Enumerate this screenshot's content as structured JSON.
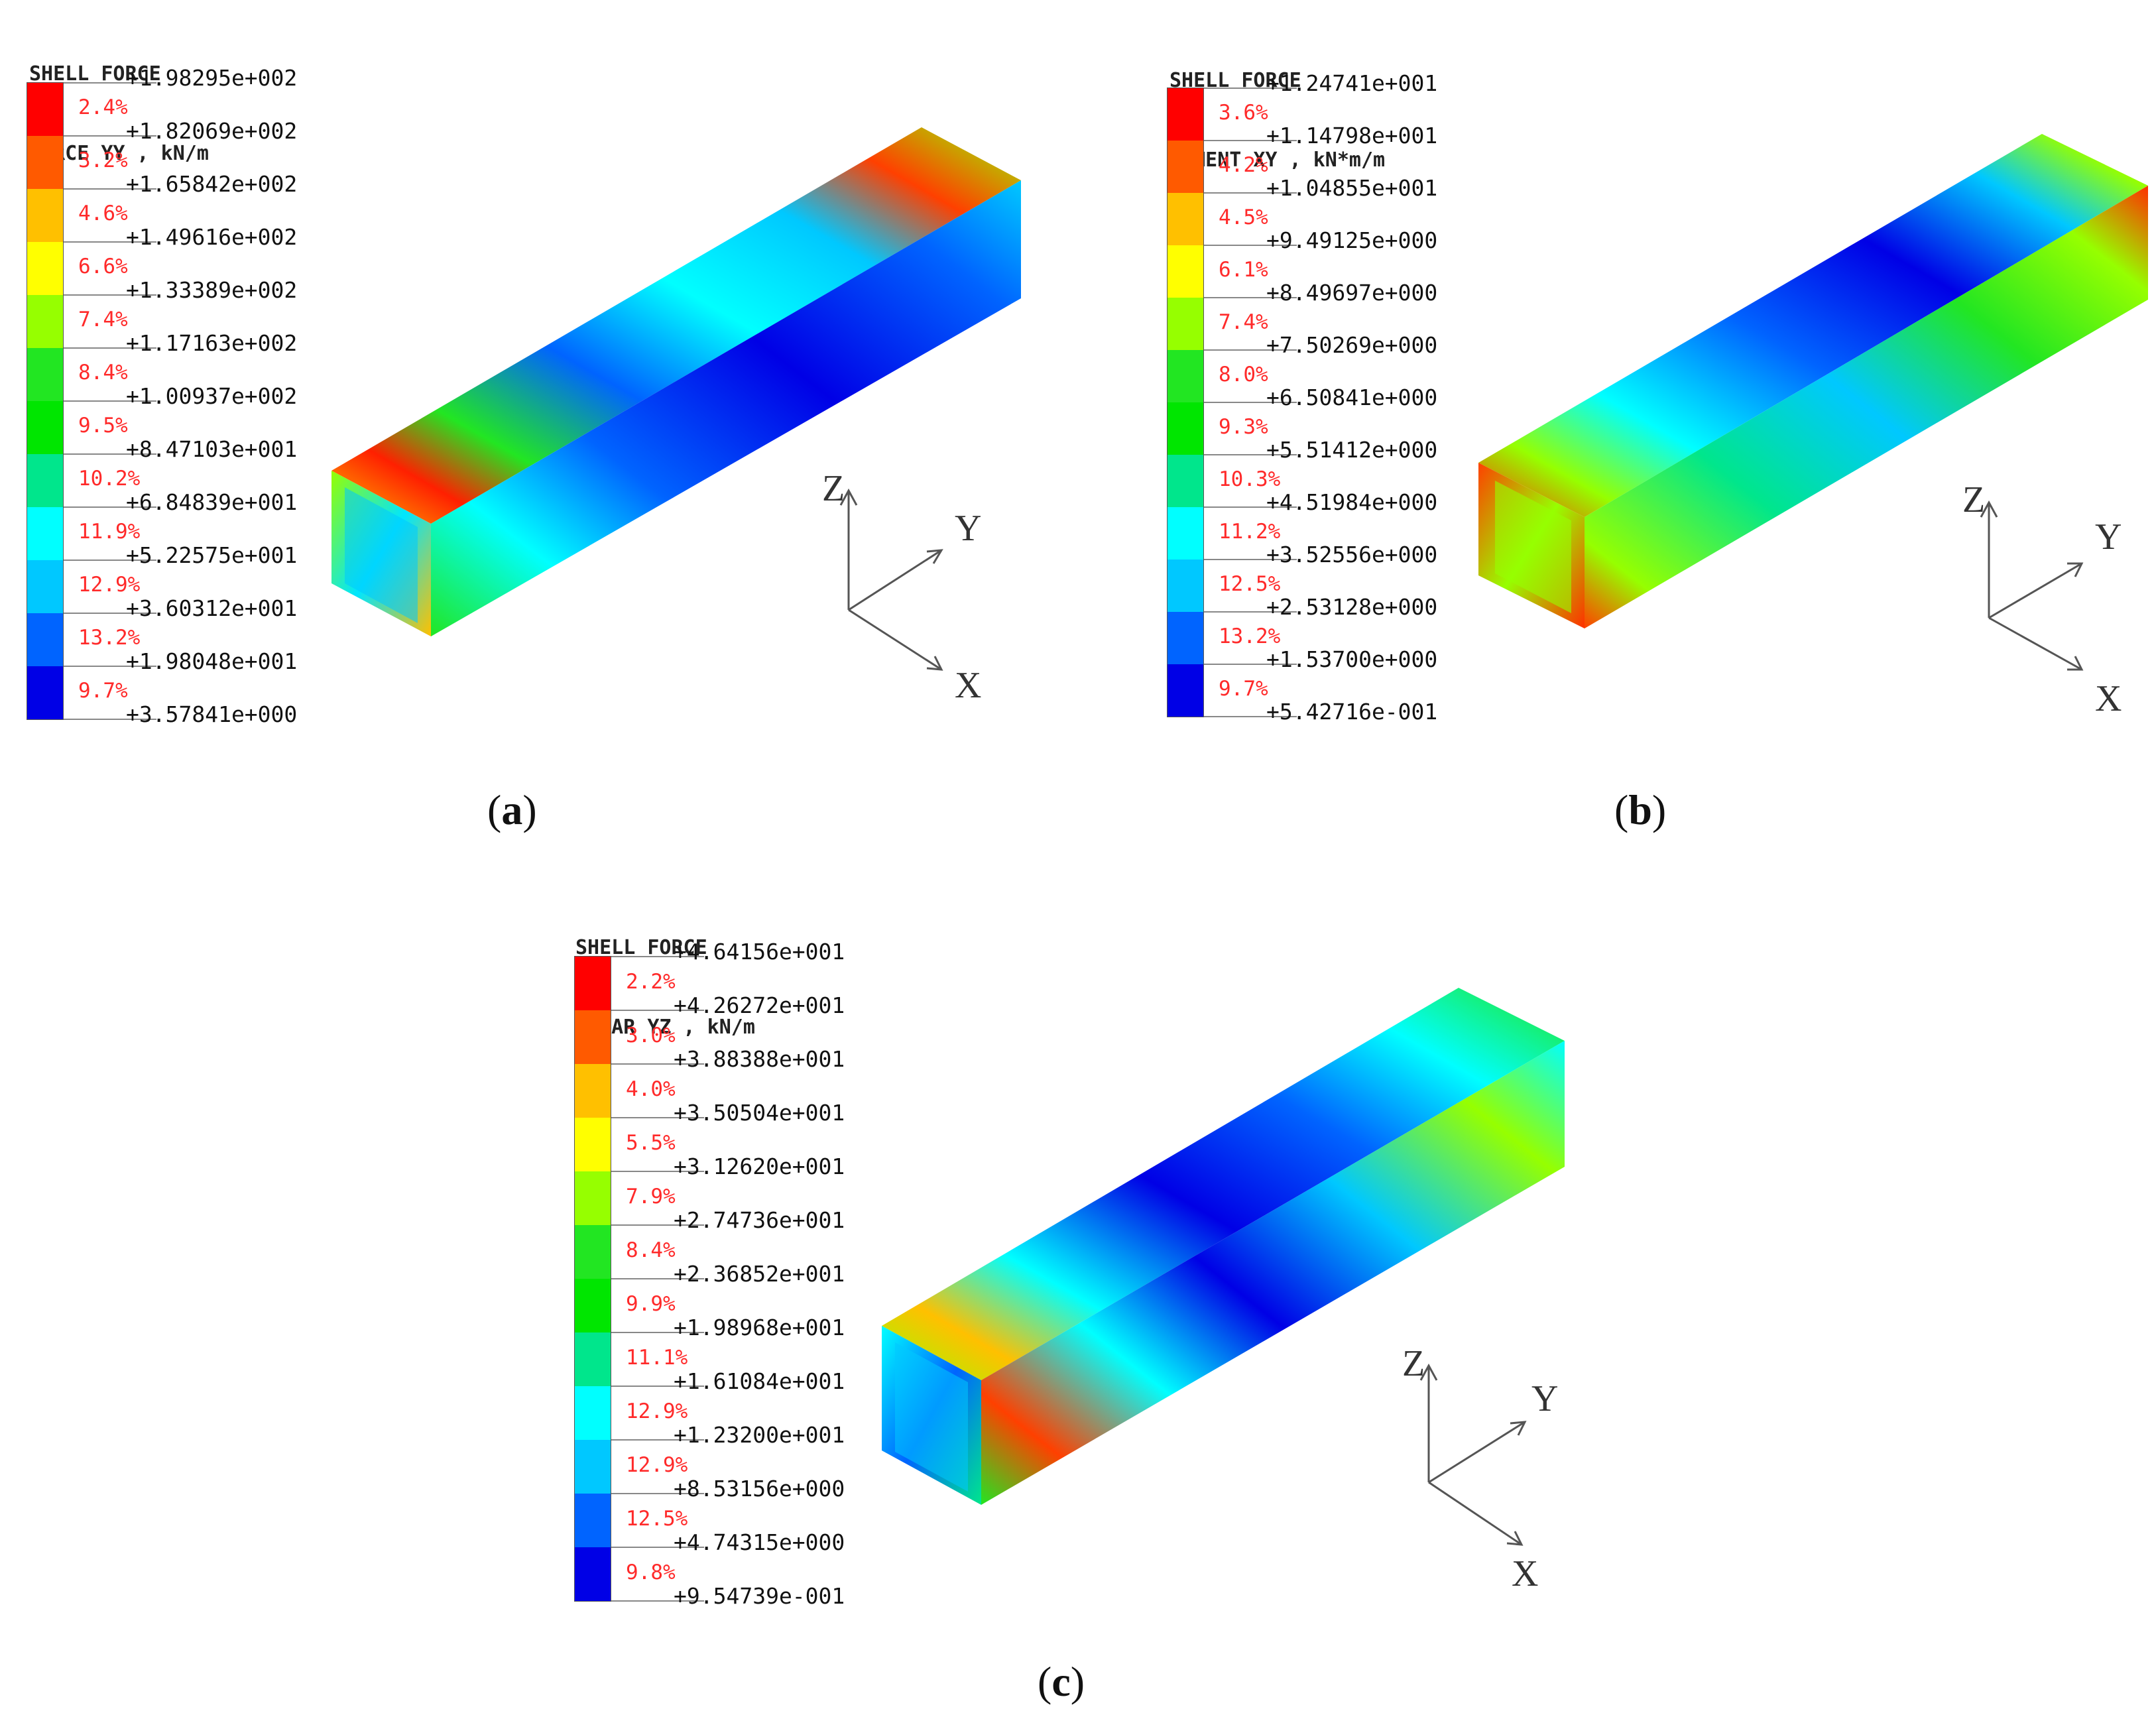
{
  "panels": [
    {
      "id": "a",
      "caption_open": "(",
      "caption_letter": "a",
      "caption_close": ")",
      "legend_title_line1": "SHELL FORCE",
      "legend_title_line2": "FORCE YY , kN/m",
      "ticks": [
        "+1.98295e+002",
        "+1.82069e+002",
        "+1.65842e+002",
        "+1.49616e+002",
        "+1.33389e+002",
        "+1.17163e+002",
        "+1.00937e+002",
        "+8.47103e+001",
        "+6.84839e+001",
        "+5.22575e+001",
        "+3.60312e+001",
        "+1.98048e+001",
        "+3.57841e+000"
      ],
      "percentages": [
        "2.4%",
        "3.2%",
        "4.6%",
        "6.6%",
        "7.4%",
        "8.4%",
        "9.5%",
        "10.2%",
        "11.9%",
        "12.9%",
        "13.2%",
        "9.7%"
      ],
      "axes": {
        "z": "Z",
        "y": "Y",
        "x": "X"
      }
    },
    {
      "id": "b",
      "caption_open": "(",
      "caption_letter": "b",
      "caption_close": ")",
      "legend_title_line1": "SHELL FORCE",
      "legend_title_line2": "MOMENT XY , kN*m/m",
      "ticks": [
        "+1.24741e+001",
        "+1.14798e+001",
        "+1.04855e+001",
        "+9.49125e+000",
        "+8.49697e+000",
        "+7.50269e+000",
        "+6.50841e+000",
        "+5.51412e+000",
        "+4.51984e+000",
        "+3.52556e+000",
        "+2.53128e+000",
        "+1.53700e+000",
        "+5.42716e-001"
      ],
      "percentages": [
        "3.6%",
        "4.2%",
        "4.5%",
        "6.1%",
        "7.4%",
        "8.0%",
        "9.3%",
        "10.3%",
        "11.2%",
        "12.5%",
        "13.2%",
        "9.7%"
      ],
      "axes": {
        "z": "Z",
        "y": "Y",
        "x": "X"
      }
    },
    {
      "id": "c",
      "caption_open": "(",
      "caption_letter": "c",
      "caption_close": ")",
      "legend_title_line1": "SHELL FORCE",
      "legend_title_line2": "SHEAR YZ , kN/m",
      "ticks": [
        "+4.64156e+001",
        "+4.26272e+001",
        "+3.88388e+001",
        "+3.50504e+001",
        "+3.12620e+001",
        "+2.74736e+001",
        "+2.36852e+001",
        "+1.98968e+001",
        "+1.61084e+001",
        "+1.23200e+001",
        "+8.53156e+000",
        "+4.74315e+000",
        "+9.54739e-001"
      ],
      "percentages": [
        "2.2%",
        "3.0%",
        "4.0%",
        "5.5%",
        "7.9%",
        "8.4%",
        "9.9%",
        "11.1%",
        "12.9%",
        "12.9%",
        "12.5%",
        "9.8%"
      ],
      "axes": {
        "z": "Z",
        "y": "Y",
        "x": "X"
      }
    }
  ],
  "colors": {
    "contour_scale": [
      "#ff0000",
      "#ff5a00",
      "#ffc000",
      "#ffff00",
      "#96ff00",
      "#22e622",
      "#00e600",
      "#00e68c",
      "#00ffff",
      "#00c8ff",
      "#0064ff",
      "#0000e6"
    ],
    "percent_text": "#ff2a2a",
    "background": "#ffffff"
  }
}
